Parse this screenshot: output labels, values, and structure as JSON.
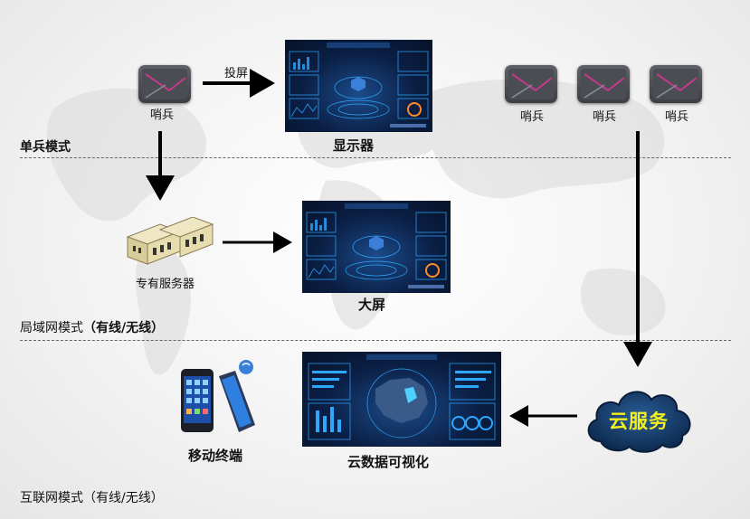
{
  "labels": {
    "projection": "投屏",
    "display": "显示器",
    "sentry": "哨兵",
    "server": "专有服务器",
    "bigscreen": "大屏",
    "mobile": "移动终端",
    "cloud_vis": "云数据可视化",
    "cloud_service": "云服务"
  },
  "modes": {
    "single": "单兵模式",
    "lan_name": "局域网模式",
    "lan_paren": "（有线/无线）",
    "internet_name": "互联网模式",
    "internet_paren": "（有线/无线）"
  },
  "colors": {
    "screen_dark": "#0b1f45",
    "screen_glow": "#2ea8ff",
    "cloud_dark": "#0d2a4f",
    "cloud_text": "#f4f020",
    "arrow": "#000000"
  }
}
